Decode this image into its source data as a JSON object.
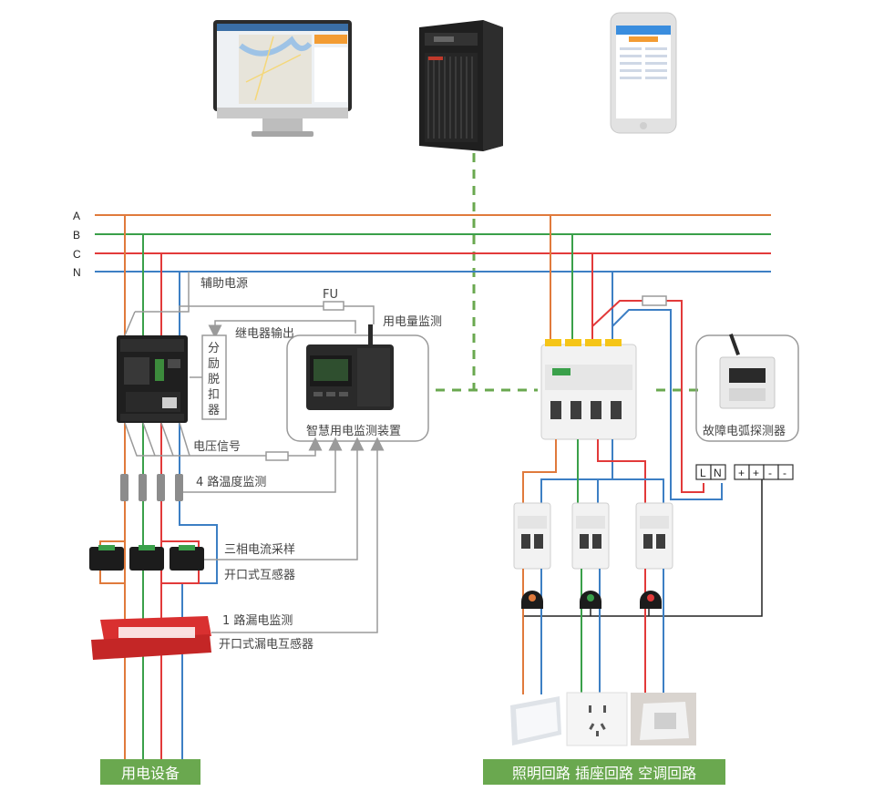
{
  "bus_labels": [
    "A",
    "B",
    "C",
    "N"
  ],
  "labels": {
    "aux_power": "辅助电源",
    "fu": "FU",
    "relay_output": "继电器输出",
    "energy_monitor": "用电量监测",
    "shunt_release": [
      "分",
      "励",
      "脱",
      "扣",
      "器"
    ],
    "smart_device": "智慧用电监测装置",
    "voltage_signal": "电压信号",
    "temp_monitor": "4 路温度监测",
    "three_phase_sampling": "三相电流采样",
    "open_ct": "开口式互感器",
    "leak_monitor": "1 路漏电监测",
    "open_leak_ct": "开口式漏电互感器",
    "arc_detector": "故障电弧探测器",
    "terminal_L": "L",
    "terminal_N": "N",
    "terminals_io": [
      "+",
      "+",
      "-",
      "-"
    ]
  },
  "footer": {
    "left": "用电设备",
    "right": "照明回路 插座回路 空调回路"
  },
  "colors": {
    "phase_A": "#e07a3c",
    "phase_B": "#3aa04a",
    "phase_C": "#e23a3a",
    "neutral": "#3d7fc4",
    "signal": "#9a9a9a",
    "comm_dashed": "#6aa84f",
    "footer_bg": "#6aa84f"
  }
}
